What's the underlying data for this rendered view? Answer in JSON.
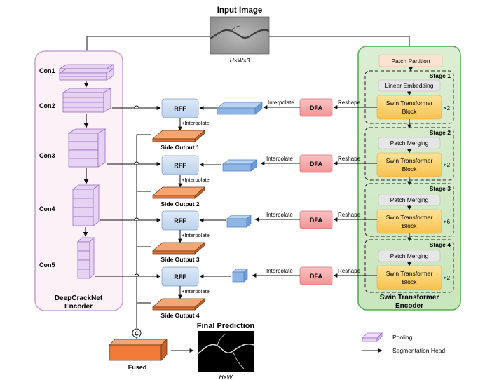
{
  "input": {
    "title": "Input Image",
    "dims": "H×W×3"
  },
  "cnn": {
    "layers": [
      "Con1",
      "Con2",
      "Con3",
      "Con4",
      "Con5"
    ],
    "name_line1": "DeepCrackNet",
    "name_line2": "Encoder"
  },
  "swin": {
    "patch_partition": "Patch Partition",
    "stages": [
      {
        "label": "Stage 1",
        "top": "Linear Embedding",
        "block_line1": "Swin Transformer",
        "block_line2": "Block",
        "mult": "×2"
      },
      {
        "label": "Stage 2",
        "top": "Patch Merging",
        "block_line1": "Swin Transformer",
        "block_line2": "Block",
        "mult": "×2"
      },
      {
        "label": "Stage 3",
        "top": "Patch Merging",
        "block_line1": "Swin Transformer",
        "block_line2": "Block",
        "mult": "×6"
      },
      {
        "label": "Stage 4",
        "top": "Patch Merging",
        "block_line1": "Swin Transformer",
        "block_line2": "Block",
        "mult": "×2"
      }
    ],
    "name_line1": "Swin Transformer",
    "name_line2": "Encoder"
  },
  "fusion": {
    "rff": "RFF",
    "dfa": "DFA",
    "interpolate": "Interpolate",
    "reshape": "Reshape",
    "plus_interpolate": "+Interpolate",
    "side_outputs": [
      "Side Output 1",
      "Side Output 2",
      "Side Output 3",
      "Side Output 4"
    ],
    "concat": "C",
    "fused": "Fused"
  },
  "prediction": {
    "title": "Final Prediction",
    "dims": "H×W"
  },
  "legend": {
    "pooling": "Pooling",
    "seg_head": "Segmentation Head"
  },
  "colors": {
    "cnn_panel_bg": "#fbf1f6",
    "cnn_panel_border": "#c8a6d6",
    "layer_face": "#e6d2f2",
    "layer_border": "#9a6fc0",
    "swin_panel_bg": "#d4edc9",
    "swin_panel_border": "#58ad52",
    "swin_block": "#fcd36f",
    "merge_box": "#e6e6e6",
    "partition_box": "#fbe3d2",
    "rff_box": "#cfe0f3",
    "dfa_box": "#f6aaaa",
    "feature_cube": "#8fb5e4",
    "side_output": "#f58d4c"
  }
}
